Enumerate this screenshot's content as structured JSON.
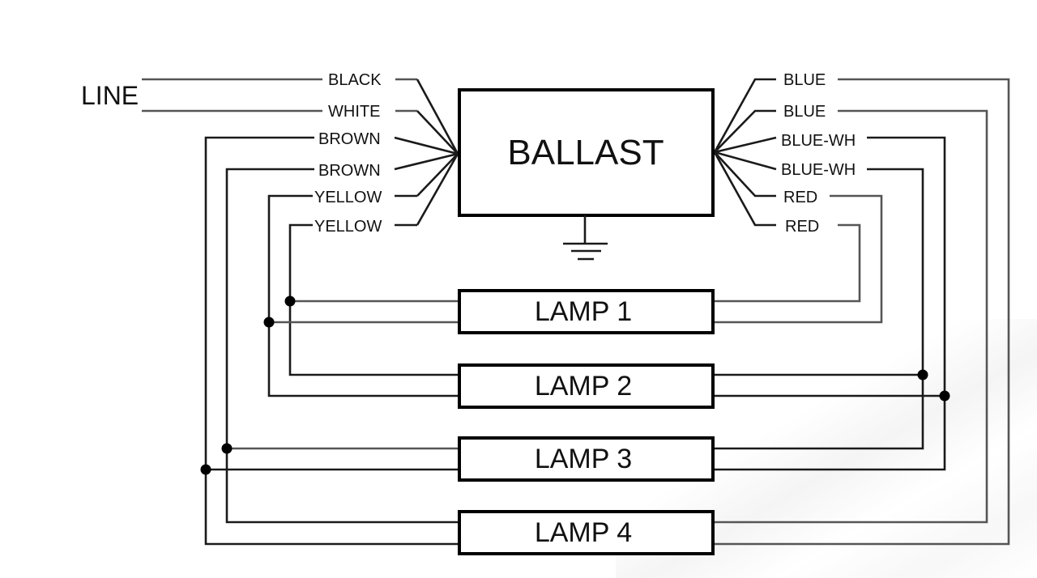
{
  "diagram": {
    "line_label": "LINE",
    "ballast_label": "BALLAST",
    "ground_symbol": "ground-icon",
    "left_wires": [
      {
        "label": "BLACK",
        "connects_to": "LINE"
      },
      {
        "label": "WHITE",
        "connects_to": "LINE"
      },
      {
        "label": "BROWN",
        "connects_to": "LAMP 4"
      },
      {
        "label": "BROWN",
        "connects_to": "LAMP 3"
      },
      {
        "label": "YELLOW",
        "connects_to": "LAMP 1 / LAMP 2"
      },
      {
        "label": "YELLOW",
        "connects_to": "LAMP 1 / LAMP 2"
      }
    ],
    "right_wires": [
      {
        "label": "BLUE",
        "connects_to": "LAMP 4"
      },
      {
        "label": "BLUE",
        "connects_to": "LAMP 4"
      },
      {
        "label": "BLUE-WH",
        "connects_to": "LAMP 2 / LAMP 3"
      },
      {
        "label": "BLUE-WH",
        "connects_to": "LAMP 2 / LAMP 3"
      },
      {
        "label": "RED",
        "connects_to": "LAMP 1"
      },
      {
        "label": "RED",
        "connects_to": "LAMP 1"
      }
    ],
    "lamps": [
      {
        "label": "LAMP 1"
      },
      {
        "label": "LAMP 2"
      },
      {
        "label": "LAMP 3"
      },
      {
        "label": "LAMP 4"
      }
    ]
  }
}
